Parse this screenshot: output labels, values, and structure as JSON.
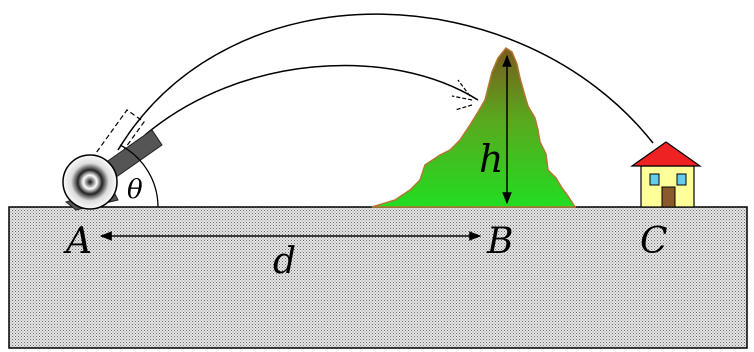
{
  "labels": {
    "point_a": "A",
    "point_b": "B",
    "point_c": "C",
    "distance": "d",
    "height": "h",
    "angle": "θ"
  },
  "colors": {
    "ground_fill": "#cfcfcf",
    "mountain_top": "#7a5a1e",
    "mountain_bottom": "#22dd22",
    "roof": "#ee2222",
    "house_wall": "#ffff99",
    "window": "#66ccee",
    "door": "#8b5a2b",
    "cannon_barrel": "#555555"
  }
}
